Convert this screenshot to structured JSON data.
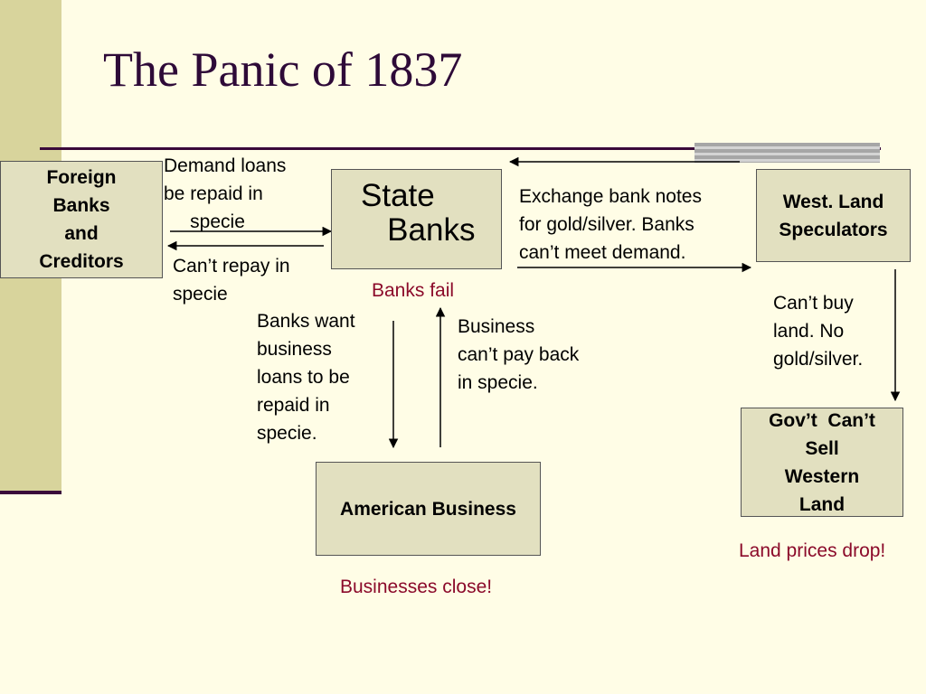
{
  "slide": {
    "title": "The Panic of 1837"
  },
  "nodes": {
    "foreign_banks": "Foreign\nBanks\nand\nCreditors",
    "state_banks": "State\n   Banks",
    "west_land_speculators": "West. Land\nSpeculators",
    "american_business": "American Business",
    "govt": "Gov’t  Can’t\nSell\nWestern\nLand"
  },
  "labels": {
    "demand_loans": "Demand loans\nbe repaid in\n     specie",
    "cant_repay": "Can’t repay in\nspecie",
    "exchange_notes": "Exchange bank notes\nfor gold/silver. Banks\ncan’t meet demand.",
    "banks_want": "Banks want\nbusiness\nloans to be\nrepaid in\nspecie.",
    "business_cant_pay": "Business\ncan’t pay back\nin specie.",
    "cant_buy_land": "Can’t buy\nland. No\ngold/silver."
  },
  "outcomes": {
    "banks_fail": "Banks fail",
    "businesses_close": "Businesses close!",
    "land_prices_drop": "Land prices drop!"
  },
  "colors": {
    "title": "#2e0a38",
    "outcome": "#8b0a2a",
    "box_fill": "#e2e0c0",
    "band": "#d8d49c",
    "rule": "#3a0a3a"
  }
}
